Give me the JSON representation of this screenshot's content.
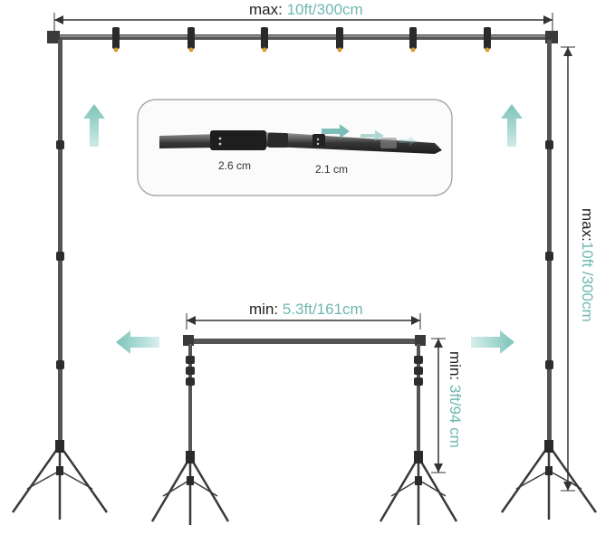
{
  "labels": {
    "max_width_key": "max:",
    "max_width_value": "10ft/300cm",
    "max_height_key": "max:",
    "max_height_value": "10ft /300cm",
    "min_width_key": "min:",
    "min_width_value": "5.3ft/161cm",
    "min_height_key": "min:",
    "min_height_value": "3ft/94 cm"
  },
  "inset": {
    "diameter_large": "2.6 cm",
    "diameter_small": "2.1 cm"
  },
  "colors": {
    "accent": "#6fb8b0",
    "stand": "#4a4a4a",
    "text": "#1f1f1f"
  }
}
